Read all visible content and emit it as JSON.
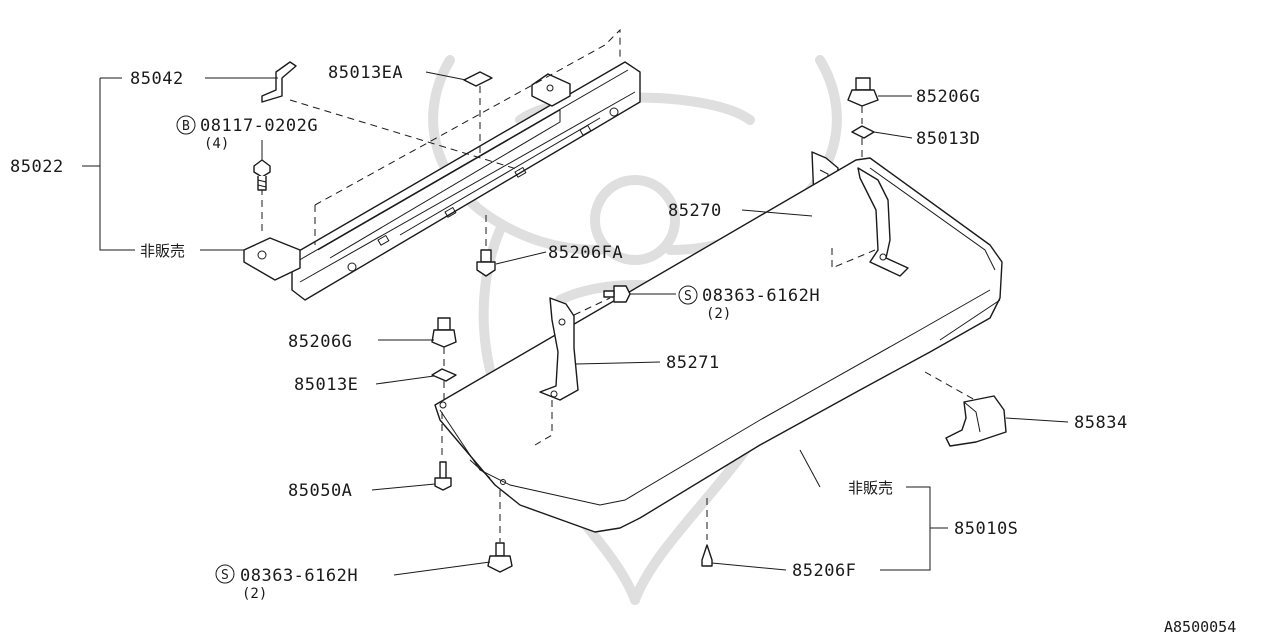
{
  "labels": {
    "p85042": "85042",
    "p85013EA": "85013EA",
    "p85022": "85022",
    "p08117": "08117-0202G",
    "q08117": "(4)",
    "hihanbai_top": "非販売",
    "p85206FA": "85206FA",
    "p85206G_right": "85206G",
    "p85013D": "85013D",
    "p85270": "85270",
    "p08363_upper": "08363-6162H",
    "q08363_upper": "(2)",
    "p85206G_left": "85206G",
    "p85271": "85271",
    "p85013E": "85013E",
    "p85834": "85834",
    "p85050A": "85050A",
    "hihanbai_bottom": "非販売",
    "p85010S": "85010S",
    "p08363_lower": "08363-6162H",
    "q08363_lower": "(2)",
    "p85206F": "85206F",
    "prefix_b": "B",
    "prefix_s_upper": "S",
    "prefix_s_lower": "S",
    "diagram_ref": "A8500054"
  }
}
